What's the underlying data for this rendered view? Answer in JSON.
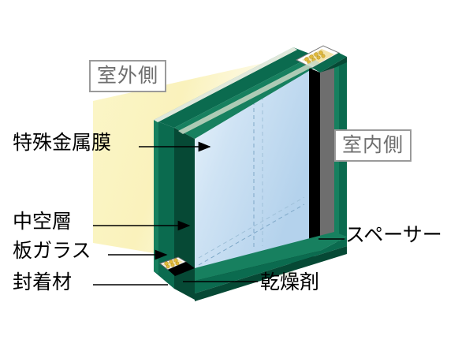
{
  "diagram": {
    "title": "Insulated glazing (double glazing) cutaway diagram",
    "side_labels": {
      "outdoor": "室外側",
      "indoor": "室内側"
    },
    "callouts": [
      {
        "id": "film",
        "label": "特殊金属膜",
        "leader": "arrow"
      },
      {
        "id": "cavity",
        "label": "中空層",
        "leader": "arrow"
      },
      {
        "id": "glass",
        "label": "板ガラス",
        "leader": "arrow"
      },
      {
        "id": "sealant",
        "label": "封着材",
        "leader": "line"
      },
      {
        "id": "spacer",
        "label": "スペーサー",
        "leader": "line"
      },
      {
        "id": "desiccant",
        "label": "乾燥剤",
        "leader": "line"
      }
    ],
    "colors": {
      "frame_green": "#0B6B4F",
      "frame_green_dark": "#064935",
      "frame_green_light": "#17805F",
      "sealant_black": "#000000",
      "spacer_gray": "#6E6E6E",
      "metal_film_yellow": "#F7EFB4",
      "inner_glass_blue": "#BFDAF0",
      "glass_edge_green": "#CBD9C8",
      "desiccant_gold": "#E8C547",
      "label_box_border": "#9A9A9A",
      "label_box_text": "#6E6E6E",
      "callout_text": "#000000",
      "background": "#FFFFFF"
    }
  }
}
